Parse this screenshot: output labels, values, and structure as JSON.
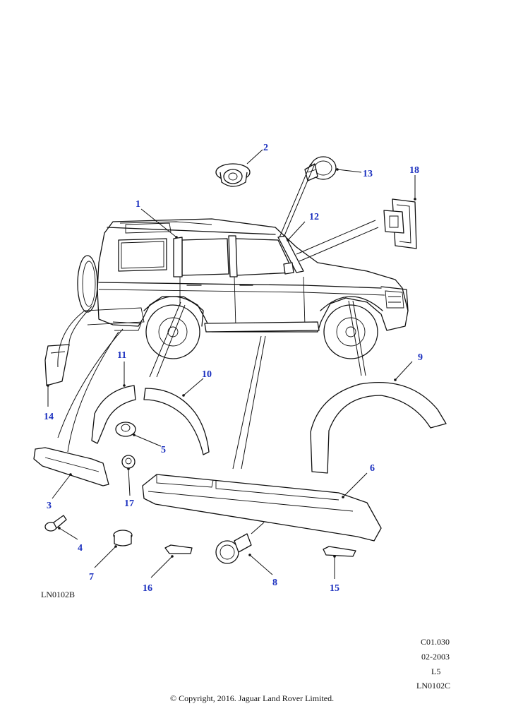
{
  "diagram_code": "LN0102B",
  "catalog": {
    "section": "C01.030",
    "date": "02-2003",
    "level": "L5",
    "code": "LN0102C"
  },
  "copyright": "© Copyright, 2016. Jaguar Land Rover Limited.",
  "callouts": [
    "1",
    "2",
    "3",
    "4",
    "5",
    "6",
    "7",
    "8",
    "9",
    "10",
    "11",
    "12",
    "13",
    "14",
    "15",
    "16",
    "17",
    "18"
  ],
  "colors": {
    "callout": "#1a2fbf",
    "line": "#111111"
  }
}
